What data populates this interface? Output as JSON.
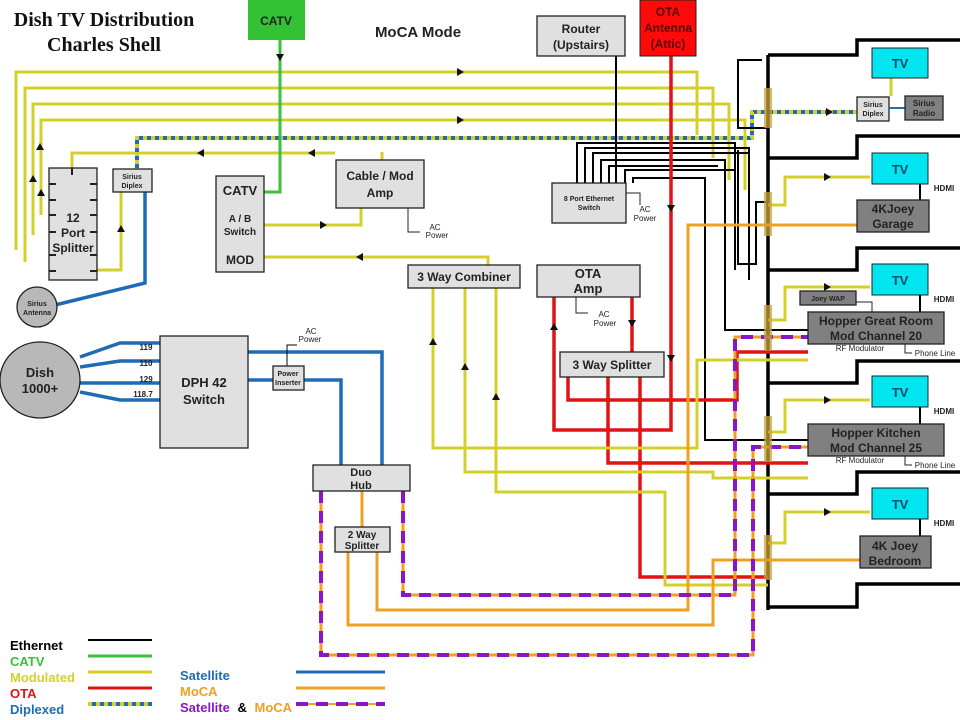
{
  "title": {
    "line1": "Dish TV Distribution",
    "line2": "Charles Shell"
  },
  "mode_label": "MoCA Mode",
  "sources": {
    "catv": "CATV",
    "router": {
      "line1": "Router",
      "line2": "(Upstairs)"
    },
    "ota_antenna": {
      "line1": "OTA",
      "line2": "Antenna",
      "line3": "(Attic)"
    },
    "dish": {
      "line1": "Dish",
      "line2": "1000+"
    },
    "sirius_antenna": {
      "line1": "Sirius",
      "line2": "Antenna"
    }
  },
  "devices": {
    "splitter12": {
      "line1": "12",
      "line2": "Port",
      "line3": "Splitter"
    },
    "sirius_diplex_left": {
      "line1": "Sirius",
      "line2": "Diplex"
    },
    "catv_switch": {
      "line1": "CATV",
      "line2": "A / B",
      "line3": "Switch",
      "line4": "MOD"
    },
    "cable_amp": {
      "line1": "Cable /  Mod",
      "line2": "Amp"
    },
    "combiner": "3 Way Combiner",
    "ethernet_switch": {
      "line1": "8 Port Ethernet",
      "line2": "Switch"
    },
    "ota_amp": {
      "line1": "OTA",
      "line2": "Amp"
    },
    "splitter3": "3 Way Splitter",
    "dph_switch": {
      "line1": "DPH 42",
      "line2": "Switch"
    },
    "power_inserter": {
      "line1": "Power",
      "line2": "Inserter"
    },
    "duo_hub": {
      "line1": "Duo",
      "line2": "Hub"
    },
    "splitter2": {
      "line1": "2 Way",
      "line2": "Splitter"
    },
    "sirius_diplex_right": {
      "line1": "Sirius",
      "line2": "Diplex"
    },
    "sirius_radio": {
      "line1": "Sirius",
      "line2": "Radio"
    },
    "joey_wap": "Joey WAP"
  },
  "dish_ports": [
    "119",
    "110",
    "129",
    "118.7"
  ],
  "ac_power": {
    "line1": "AC",
    "line2": "Power"
  },
  "rooms": [
    {
      "tv": "TV",
      "receiver": null,
      "extra": "sirius"
    },
    {
      "tv": "TV",
      "hdmi": "HDMI",
      "receiver": {
        "line1": "4KJoey",
        "line2": "Garage"
      }
    },
    {
      "tv": "TV",
      "hdmi": "HDMI",
      "receiver": {
        "line1": "Hopper Great Room",
        "line2": "Mod Channel 20"
      },
      "rf": "RF Modulator",
      "phone": "Phone Line"
    },
    {
      "tv": "TV",
      "hdmi": "HDMI",
      "receiver": {
        "line1": "Hopper Kitchen",
        "line2": "Mod Channel 25"
      },
      "rf": "RF Modulator",
      "phone": "Phone Line"
    },
    {
      "tv": "TV",
      "hdmi": "HDMI",
      "receiver": {
        "line1": "4K Joey",
        "line2": "Bedroom"
      }
    }
  ],
  "legend": {
    "left": [
      {
        "label": "Ethernet",
        "color": "#000000"
      },
      {
        "label": "CATV",
        "color": "#3cbf3c"
      },
      {
        "label": "Modulated",
        "color": "#d4d02a"
      },
      {
        "label": "OTA",
        "color": "#e01414"
      },
      {
        "label": "Diplexed",
        "color": "#1f6bb5"
      }
    ],
    "right": [
      {
        "label": "Satellite",
        "color": "#1f6bb5"
      },
      {
        "label": "MoCA",
        "color": "#f0a020"
      },
      {
        "label_a": "Satellite",
        "amp": "&",
        "label_b": "MoCA",
        "color": "#8a14c8"
      }
    ]
  }
}
